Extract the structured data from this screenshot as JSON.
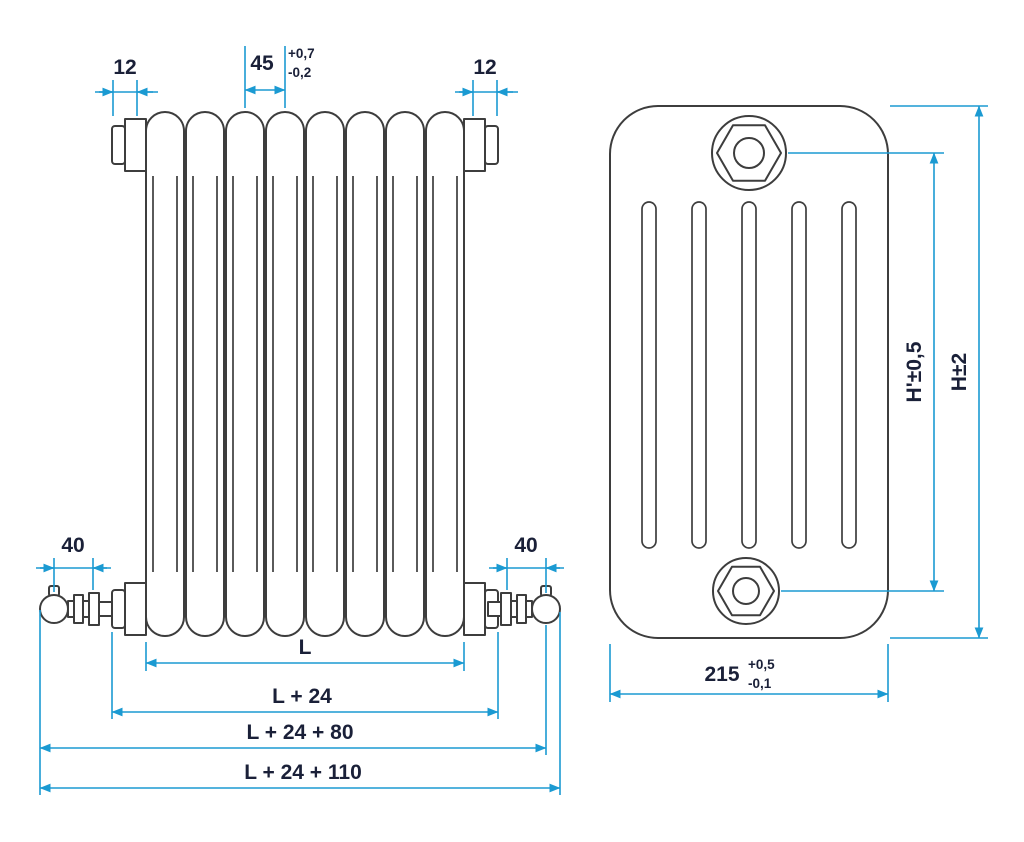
{
  "colors": {
    "dimension_line": "#1B9AD2",
    "label_text": "#1A2038",
    "outline": "#3D3D3D"
  },
  "front_view": {
    "tab_width_left": "12",
    "tab_width_right": "12",
    "column_pitch": {
      "value": "45",
      "tolerance_plus": "+0,7",
      "tolerance_minus": "-0,2"
    },
    "valve_offset_left": "40",
    "valve_offset_right": "40",
    "length": "L",
    "length_plus_24": "L + 24",
    "length_plus_24_80": "L + 24 + 80",
    "length_plus_24_110": "L + 24 + 110"
  },
  "side_view": {
    "pitch_height": "H'±0,5",
    "overall_height": "H±2",
    "depth": {
      "value": "215",
      "tolerance_plus": "+0,5",
      "tolerance_minus": "-0,1"
    }
  }
}
